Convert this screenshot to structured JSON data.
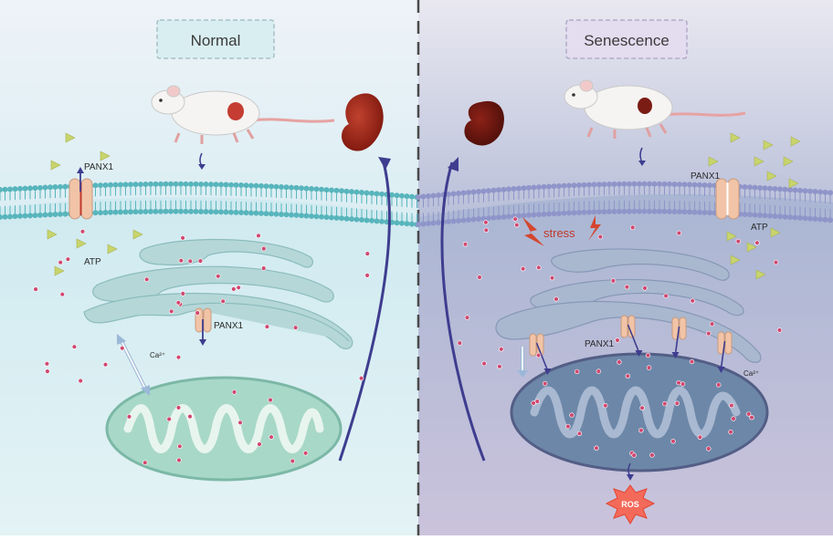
{
  "panels": {
    "normal": {
      "title": "Normal",
      "channel_label_top": "PANX1",
      "channel_label_er": "PANX1",
      "atp_label": "ATP",
      "calcium_label": "Ca²⁺"
    },
    "senescence": {
      "title": "Senescence",
      "channel_label_top": "PANX1",
      "channel_label_er": "PANX1",
      "atp_label": "ATP",
      "calcium_label": "Ca²⁺",
      "stress_label": "stress",
      "ros_label": "ROS"
    }
  },
  "colors": {
    "normal_bg": "#e2edf4",
    "senescence_bg": "#c3c8de",
    "membrane_normal": "#58b5bc",
    "membrane_senescence": "#8f95c9",
    "er_normal": "#b5d7d8",
    "er_senescence": "#a9b8cf",
    "mito_normal": "#a8d8c8",
    "mito_senescence": "#6d87a8",
    "calcium_dot": "#d04870",
    "atp_triangle": "#c8d46c",
    "arrow": "#3e3d8f",
    "kidney_normal": "#9e2218",
    "kidney_senescence": "#6a1410",
    "ros_star": "#f36a5a",
    "stress_bolt": "#d4462e"
  },
  "icons": [
    "mouse-icon",
    "kidney-icon",
    "panx1-channel-icon",
    "atp-triangle-icon",
    "lightning-bolt-icon",
    "ros-star-icon"
  ]
}
